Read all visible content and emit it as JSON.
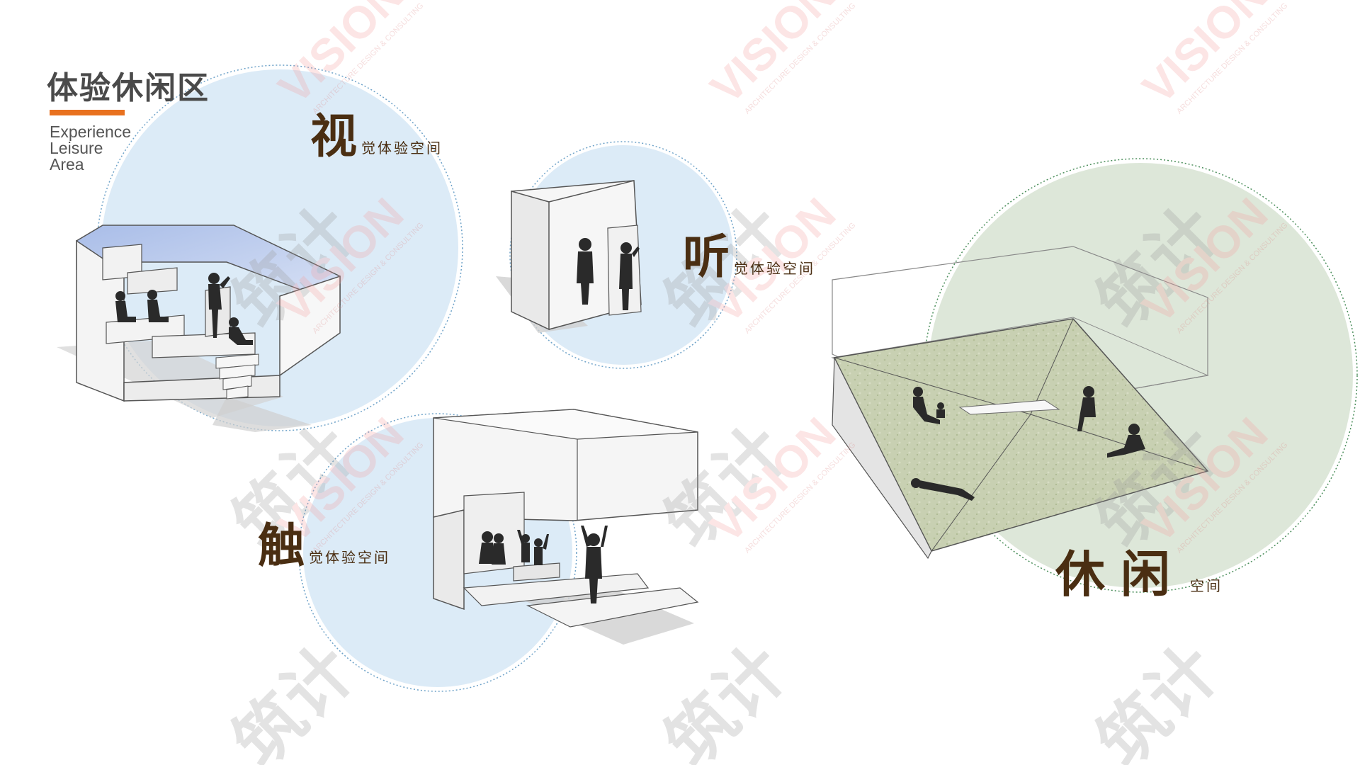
{
  "header": {
    "title_cn": "体验休闲区",
    "title_en_lines": [
      "Experience",
      "Leisure",
      "Area"
    ],
    "accent_color": "#e8711f"
  },
  "zones": {
    "sight": {
      "char": "视",
      "sub": "觉体验空间"
    },
    "hearing": {
      "char": "听",
      "sub": "觉体验空间"
    },
    "touch": {
      "char": "触",
      "sub": "觉体验空间"
    },
    "leisure": {
      "char": "休闲",
      "sub": "空间"
    }
  },
  "colors": {
    "blue_circle": "#dcebf7",
    "green_circle": "#dde7d9",
    "label_brown": "#4a2e12",
    "silhouette": "#2a2a2a",
    "grass": "#c9d2b4"
  },
  "watermark": {
    "brand": "VISION",
    "cn": "筑计",
    "tagline": "ARCHITECTURE DESIGN & CONSULTING"
  }
}
